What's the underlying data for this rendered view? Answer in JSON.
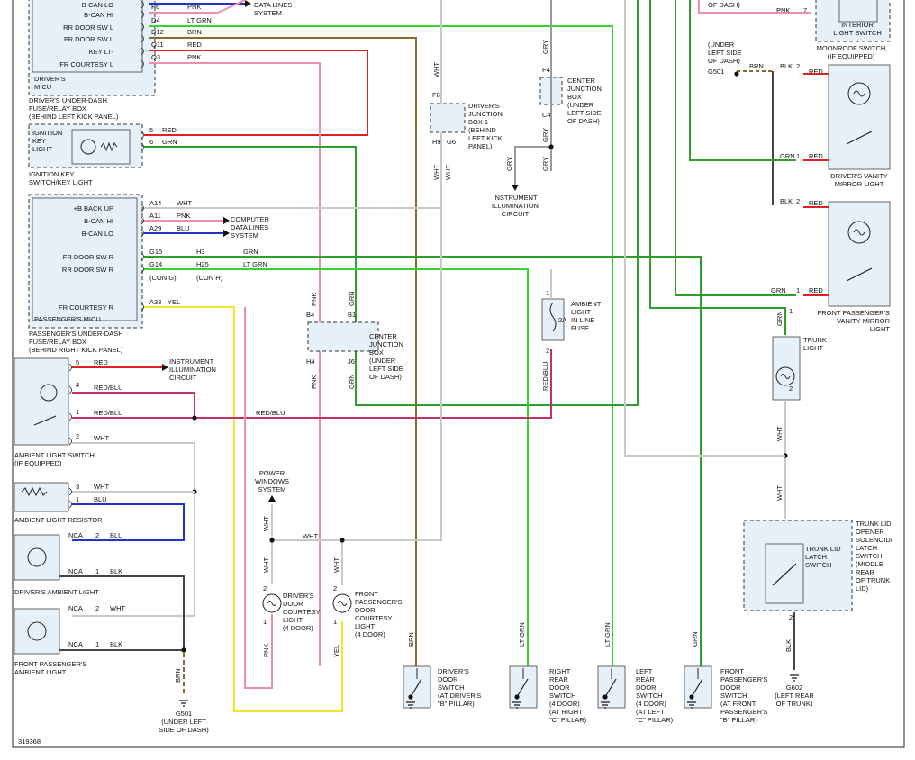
{
  "diagram_id": "319368",
  "labels": {
    "bcan_lo_top": "B-CAN LO",
    "bcan_hi_top": "B-CAN HI",
    "rr_door_sw_l": "RR DOOR SW L",
    "fr_door_sw_l": "FR DOOR SW L",
    "key_lt": "KEY LT-",
    "fr_courtesy_l": "FR COURTESY L",
    "drivers_micu": [
      "DRIVER'S",
      "MICU"
    ],
    "drivers_underdash": [
      "DRIVER'S UNDER-DASH",
      "FUSE/RELAY BOX",
      "(BEHIND LEFT KICK PANEL)"
    ],
    "ign_key_light": [
      "IGNITION",
      "KEY",
      "LIGHT"
    ],
    "ign_key_switch": [
      "IGNITION KEY",
      "SWITCH/KEY LIGHT"
    ],
    "b_backup": "+B BACK UP",
    "bcan_hi": "B-CAN HI",
    "bcan_lo": "B-CAN LO",
    "fr_door_sw_r": "FR DOOR SW R",
    "rr_door_sw_r": "RR DOOR SW R",
    "fr_courtesy_r": "FR COURTESY R",
    "pass_micu": "PASSENGER'S MICU",
    "pass_underdash": [
      "PASSENGER'S UNDER-DASH",
      "FUSE/RELAY BOX",
      "(BEHIND RIGHT KICK PANEL)"
    ],
    "con_g": "(CON G)",
    "con_h": "(CON H)",
    "computer_data_top": [
      "DATA LINES",
      "SYSTEM"
    ],
    "computer_data": [
      "COMPUTER",
      "DATA LINES",
      "SYSTEM"
    ],
    "ambient_light_switch": [
      "AMBIENT LIGHT SWITCH",
      "(IF EQUIPPED)"
    ],
    "inst_illum_left": [
      "INSTRUMENT",
      "ILLUMINATION",
      "CIRCUIT"
    ],
    "ambient_light_resistor": "AMBIENT LIGHT RESISTOR",
    "drivers_ambient": "DRIVER'S AMBIENT LIGHT",
    "front_pass_ambient": [
      "FRONT PASSENGER'S",
      "AMBIENT LIGHT"
    ],
    "g501_bottom": [
      "G501",
      "(UNDER LEFT",
      "SIDE OF DASH)"
    ],
    "power_windows": [
      "POWER",
      "WINDOWS",
      "SYSTEM"
    ],
    "drivers_door_courtesy": [
      "DRIVER'S",
      "DOOR",
      "COURTESY",
      "LIGHT",
      "(4 DOOR)"
    ],
    "front_pass_door_courtesy": [
      "FRONT",
      "PASSENGER'S",
      "DOOR",
      "COURTESY",
      "LIGHT",
      "(4 DOOR)"
    ],
    "drivers_junction": [
      "DRIVER'S",
      "JUNCTION",
      "BOX 1",
      "(BEHIND",
      "LEFT KICK",
      "PANEL)"
    ],
    "center_junction_top": [
      "CENTER",
      "JUNCTION",
      "BOX",
      "(UNDER",
      "LEFT SIDE",
      "OF DASH)"
    ],
    "center_junction_mid": [
      "CENTER",
      "JUNCTION",
      "BOX",
      "(UNDER",
      "LEFT SIDE",
      "OF DASH)"
    ],
    "inst_illum_center": [
      "INSTRUMENT",
      "ILLUMINATION",
      "CIRCUIT"
    ],
    "ambient_inline_fuse": [
      "AMBIENT",
      "LIGHT",
      "IN LINE",
      "FUSE"
    ],
    "fuse_rating": "2A",
    "drivers_door_switch": [
      "DRIVER'S",
      "DOOR",
      "SWITCH",
      "(AT DRIVER'S",
      "\"B\" PILLAR)"
    ],
    "right_rear_door_switch": [
      "RIGHT",
      "REAR",
      "DOOR",
      "SWITCH",
      "(4 DOOR)",
      "(AT RIGHT",
      "\"C\" PILLAR)"
    ],
    "left_rear_door_switch": [
      "LEFT",
      "REAR",
      "DOOR",
      "SWITCH",
      "(4 DOOR)",
      "(AT LEFT",
      "\"C\" PILLAR)"
    ],
    "front_pass_door_switch": [
      "FRONT",
      "PASSENGER'S",
      "DOOR",
      "SWITCH",
      "(AT FRONT",
      "PASSENGER'S",
      "\"B\" PILLAR)"
    ],
    "of_dash_top": "OF DASH)",
    "interior_light_switch": [
      "INTERIOR",
      "LIGHT SWITCH"
    ],
    "moonroof_switch": [
      "MOONROOF SWITCH",
      "(IF EQUIPPED)"
    ],
    "g501_right": [
      "(UNDER",
      "LEFT SIDE",
      "OF DASH)"
    ],
    "g501": "G501",
    "drivers_vanity": [
      "DRIVER'S VANITY",
      "MIRROR LIGHT"
    ],
    "front_pass_vanity": [
      "FRONT PASSENGER'S",
      "VANITY MIRROR",
      "LIGHT"
    ],
    "trunk_light": [
      "TRUNK",
      "LIGHT"
    ],
    "trunk_latch": [
      "TRUNK LID",
      "LATCH",
      "SWITCH"
    ],
    "trunk_lid_opener": [
      "TRUNK LID",
      "OPENER",
      "SOLENOID/",
      "LATCH",
      "SWITCH",
      "(MIDDLE",
      "REAR",
      "OF TRUNK",
      "LID)"
    ],
    "g602": [
      "G602",
      "(LEFT REAR",
      "OF TRUNK)"
    ]
  },
  "pins": {
    "P6": "P6",
    "D4": "D4",
    "D12": "D12",
    "Q11": "Q11",
    "Q3": "Q3",
    "A14": "A14",
    "A11": "A11",
    "A29": "A29",
    "G15": "G15",
    "G14": "G14",
    "A33": "A33",
    "H3": "H3",
    "H25": "H25",
    "F8": "F8",
    "H9": "H9",
    "G6": "G6",
    "F4": "F4",
    "C4": "C4",
    "B4": "B4",
    "B1": "B1",
    "H4": "H4",
    "J6": "J6",
    "n1": "1",
    "n2": "2",
    "n3": "3",
    "n4": "4",
    "n5": "5",
    "n6": "6",
    "n7": "7",
    "nca": "NCA"
  },
  "wires": {
    "pnk": "PNK",
    "lt_grn": "LT GRN",
    "brn": "BRN",
    "red": "RED",
    "grn": "GRN",
    "wht": "WHT",
    "blu": "BLU",
    "yel": "YEL",
    "blk": "BLK",
    "gry": "GRY",
    "red_blu": "RED/BLU"
  },
  "colors": {
    "red": "#e0201c",
    "pink": "#ef8fb0",
    "lt_green": "#35d32d",
    "green": "#2f9e2a",
    "brown": "#8a6a2a",
    "white_wire": "#c9c9c9",
    "blue": "#2233cc",
    "yellow": "#f2e62c",
    "black": "#444444",
    "gray": "#9a9a9a",
    "magenta": "#c0306a",
    "box_fill": "#e6f0f8"
  }
}
